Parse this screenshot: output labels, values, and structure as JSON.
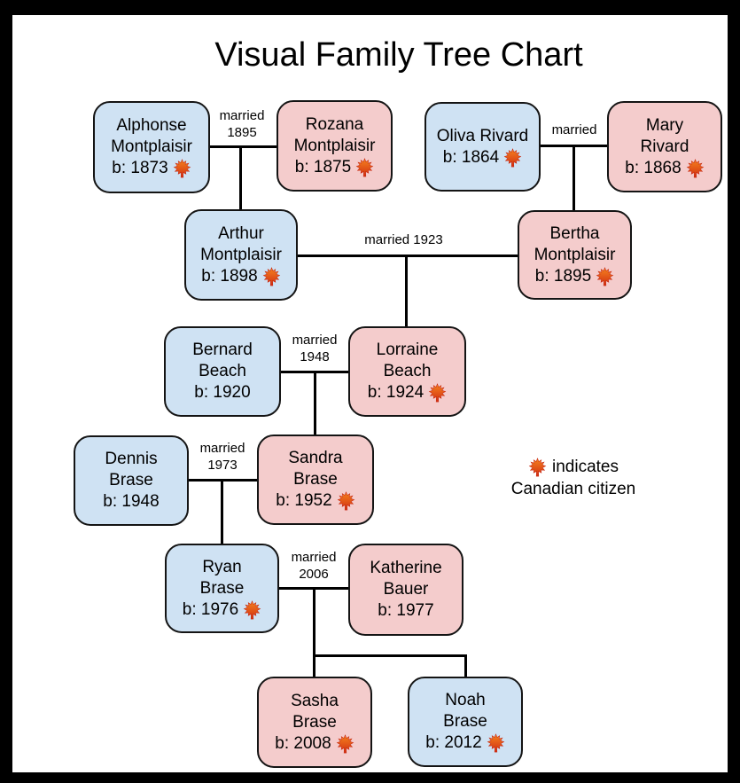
{
  "title": "Visual Family Tree Chart",
  "legend": {
    "icon": "maple-leaf",
    "line1_text": "indicates",
    "line2_text": "Canadian citizen"
  },
  "marriages": {
    "alphonse_rozana": {
      "line1": "married",
      "line2": "1895"
    },
    "oliva_mary": {
      "line1": "married"
    },
    "arthur_bertha": {
      "line1": "married 1923"
    },
    "bernard_lorraine": {
      "line1": "married",
      "line2": "1948"
    },
    "dennis_sandra": {
      "line1": "married",
      "line2": "1973"
    },
    "ryan_katherine": {
      "line1": "married",
      "line2": "2006"
    }
  },
  "people": {
    "alphonse": {
      "name1": "Alphonse",
      "name2": "Montplaisir",
      "birth": "b: 1873",
      "canadian": true
    },
    "rozana": {
      "name1": "Rozana",
      "name2": "Montplaisir",
      "birth": "b: 1875",
      "canadian": true
    },
    "oliva": {
      "name1": "Oliva Rivard",
      "birth": "b: 1864",
      "canadian": true
    },
    "mary": {
      "name1": "Mary",
      "name2": "Rivard",
      "birth": "b: 1868",
      "canadian": true
    },
    "arthur": {
      "name1": "Arthur",
      "name2": "Montplaisir",
      "birth": "b: 1898",
      "canadian": true
    },
    "bertha": {
      "name1": "Bertha",
      "name2": "Montplaisir",
      "birth": "b: 1895",
      "canadian": true
    },
    "bernard": {
      "name1": "Bernard",
      "name2": "Beach",
      "birth": "b: 1920",
      "canadian": false
    },
    "lorraine": {
      "name1": "Lorraine",
      "name2": "Beach",
      "birth": "b: 1924",
      "canadian": true
    },
    "dennis": {
      "name1": "Dennis",
      "name2": "Brase",
      "birth": "b: 1948",
      "canadian": false
    },
    "sandra": {
      "name1": "Sandra",
      "name2": "Brase",
      "birth": "b: 1952",
      "canadian": true
    },
    "ryan": {
      "name1": "Ryan",
      "name2": "Brase",
      "birth": "b: 1976",
      "canadian": true
    },
    "katherine": {
      "name1": "Katherine",
      "name2": "Bauer",
      "birth": "b: 1977",
      "canadian": false
    },
    "sasha": {
      "name1": "Sasha",
      "name2": "Brase",
      "birth": "b: 2008",
      "canadian": true
    },
    "noah": {
      "name1": "Noah",
      "name2": "Brase",
      "birth": "b: 2012",
      "canadian": true
    }
  },
  "colors": {
    "male_box_fill": "#cfe2f3",
    "female_box_fill": "#f4cccc",
    "box_border": "#141414",
    "connector_line": "#000000",
    "maple_leaf_light": "#f5821f",
    "maple_leaf_dark": "#d12f12",
    "frame": "#000000",
    "canvas": "#ffffff",
    "text": "#000000"
  }
}
